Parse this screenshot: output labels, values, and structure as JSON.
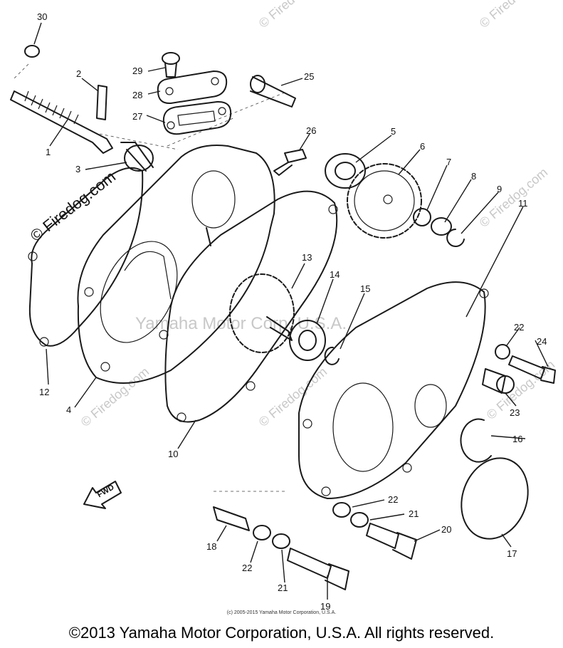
{
  "watermarks": {
    "site": "© Firedog.com",
    "center": "Yamaha Motor Corp. U.S.A."
  },
  "parts": {
    "p1": "1",
    "p2": "2",
    "p3": "3",
    "p4": "4",
    "p5": "5",
    "p6": "6",
    "p7": "7",
    "p8": "8",
    "p9": "9",
    "p10": "10",
    "p11": "11",
    "p12": "12",
    "p13": "13",
    "p14": "14",
    "p15": "15",
    "p16": "16",
    "p17": "17",
    "p18": "18",
    "p19": "19",
    "p20": "20",
    "p21a": "21",
    "p21b": "21",
    "p22a": "22",
    "p22b": "22",
    "p22c": "22",
    "p23": "23",
    "p24": "24",
    "p25": "25",
    "p26": "26",
    "p27": "27",
    "p28": "28",
    "p29": "29",
    "p30": "30"
  },
  "fwd_label": "FWD",
  "small_copyright": "(c) 2005-2015 Yamaha Motor Corporation, U.S.A.",
  "footer": "©2013 Yamaha Motor Corporation, U.S.A. All rights reserved."
}
